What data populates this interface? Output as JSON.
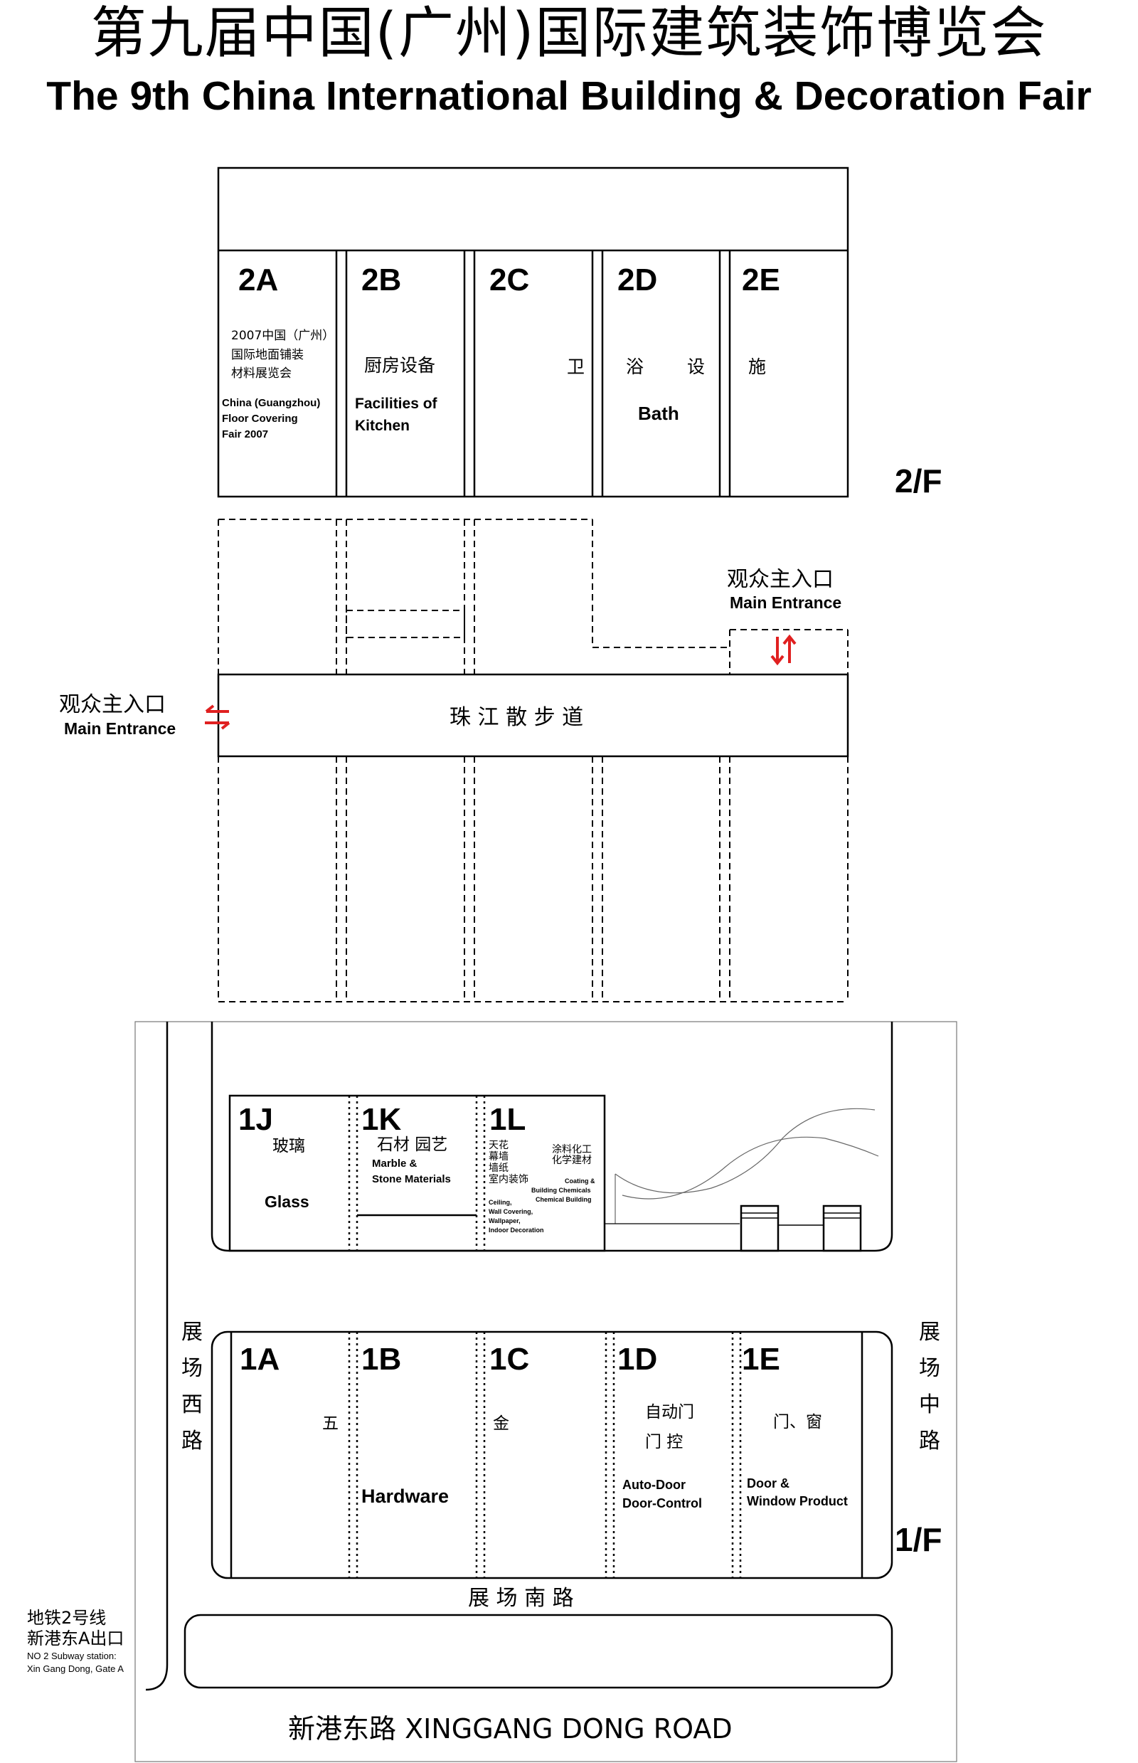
{
  "title_cn": "第九届中国(广州)国际建筑装饰博览会",
  "title_en": "The 9th China International Building & Decoration Fair",
  "floor2": {
    "label": "2/F",
    "halls": [
      {
        "code": "2A",
        "cn_lines": [
          "2007中国（广州）",
          "国际地面铺装",
          "材料展览会"
        ],
        "en_lines": [
          "China (Guangzhou)",
          "Floor Covering",
          "Fair 2007"
        ]
      },
      {
        "code": "2B",
        "cn_lines": [
          "厨房设备"
        ],
        "en_lines": [
          "Facilities of",
          "Kitchen"
        ]
      },
      {
        "code": "2C",
        "cn_char": "卫"
      },
      {
        "code": "2D",
        "cn_chars": [
          "浴",
          "设"
        ],
        "en": "Bath"
      },
      {
        "code": "2E",
        "cn_char": "施"
      }
    ]
  },
  "promenade": "珠 江 散 步 道",
  "entrance_west": {
    "cn": "观众主入口",
    "en": "Main Entrance"
  },
  "entrance_north": {
    "cn": "观众主入口",
    "en": "Main Entrance"
  },
  "floor1": {
    "label": "1/F",
    "halls_north": [
      {
        "code": "1J",
        "cn": "玻璃",
        "en": "Glass"
      },
      {
        "code": "1K",
        "cn": "石材 园艺",
        "en_lines": [
          "Marble &",
          "Stone Materials"
        ]
      },
      {
        "code": "1L",
        "cn_left": [
          "天花",
          "幕墙",
          "墙纸",
          "室内装饰"
        ],
        "cn_right": [
          "涂料化工",
          "化学建材"
        ],
        "en_right": [
          "Coating &",
          "Building Chemicals",
          "Chemical Building"
        ],
        "en_left": [
          "Ceiling,",
          "Wall Covering,",
          "Wallpaper,",
          "Indoor Decoration"
        ]
      }
    ],
    "halls_south": [
      {
        "code": "1A",
        "cn": "五"
      },
      {
        "code": "1B",
        "en": "Hardware"
      },
      {
        "code": "1C",
        "cn": "金"
      },
      {
        "code": "1D",
        "cn_lines": [
          "自动门",
          "门  控"
        ],
        "en_lines": [
          "Auto-Door",
          "Door-Control"
        ]
      },
      {
        "code": "1E",
        "cn": "门、窗",
        "en_lines": [
          "Door &",
          "Window Product"
        ]
      }
    ]
  },
  "roads": {
    "west": [
      "展",
      "场",
      "西",
      "路"
    ],
    "middle": [
      "展",
      "场",
      "中",
      "路"
    ],
    "south": "展 场 南 路",
    "main": "新港东路 XINGGANG DONG ROAD"
  },
  "subway": [
    "地铁2号线",
    "新港东A出口",
    "NO 2 Subway station:",
    "Xin Gang Dong, Gate A"
  ],
  "colors": {
    "line": "#000000",
    "arrow": "#e02020",
    "background": "#ffffff"
  }
}
